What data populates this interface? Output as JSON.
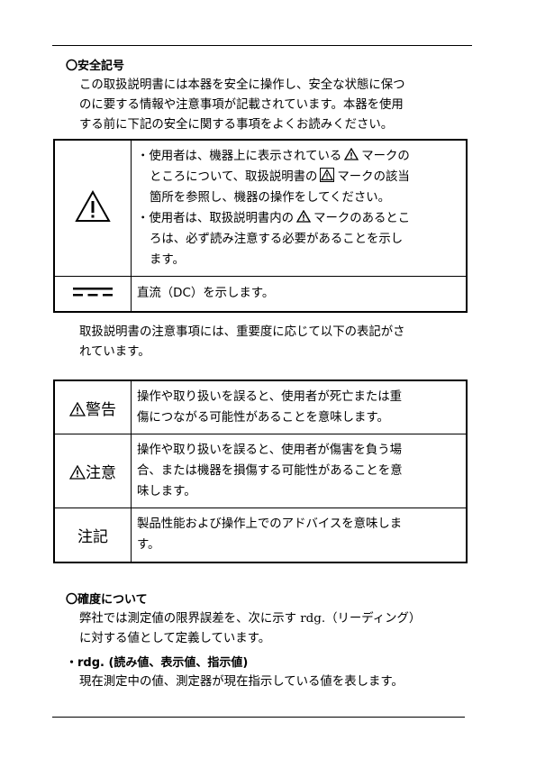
{
  "safety": {
    "heading": "〇安全記号",
    "intro": [
      "この取扱説明書には本器を安全に操作し、安全な状態に保つ",
      "のに要する情報や注意事項が記載されています。本器を使用",
      "する前に下記の安全に関する事項をよくお読みください。"
    ],
    "warning_row": {
      "l1_a": "・使用者は、機器上に表示されている",
      "l1_b": "マークの",
      "l2_a": "ところについて、取扱説明書の",
      "l2_b": "マークの該当",
      "l3": "箇所を参照し、機器の操作をしてください。",
      "l4_a": "・使用者は、取扱説明書内の",
      "l4_b": "マークのあるとこ",
      "l5": "ろは、必ず読み注意する必要があることを示し",
      "l6": "ます。"
    },
    "dc_row": "直流（DC）を示します。"
  },
  "notation": {
    "intro": [
      "取扱説明書の注意事項には、重要度に応じて以下の表記がさ",
      "れています。"
    ],
    "rows": [
      {
        "label": "警告",
        "lines": [
          "操作や取り扱いを誤ると、使用者が死亡または重",
          "傷につながる可能性があることを意味します。"
        ]
      },
      {
        "label": "注意",
        "lines": [
          "操作や取り扱いを誤ると、使用者が傷害を負う場",
          "合、または機器を損傷する可能性があることを意",
          "味します。"
        ]
      },
      {
        "label": "注記",
        "lines": [
          "製品性能および操作上でのアドバイスを意味しま",
          "す。"
        ]
      }
    ]
  },
  "accuracy": {
    "heading": "〇確度について",
    "intro": [
      "弊社では測定値の限界誤差を、次に示す rdg.（リーディング）",
      "に対する値として定義しています。"
    ],
    "rdg_heading": "・rdg. (読み値、表示値、指示値)",
    "rdg_text": "現在測定中の値、測定器が現在指示している値を表します。"
  }
}
